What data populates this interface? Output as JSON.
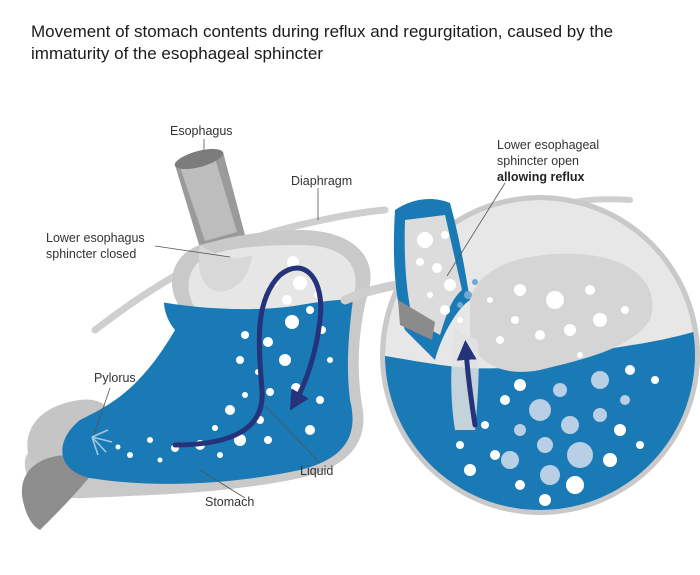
{
  "title": "Movement of stomach contents during reflux and regurgitation, caused by the immaturity of the esophageal sphincter",
  "labels": {
    "esophagus": "Esophagus",
    "diaphragm": "Diaphragm",
    "lower_sphincter_closed_line1": "Lower esophagus",
    "lower_sphincter_closed_line2": "sphincter closed",
    "pylorus": "Pylorus",
    "liquid": "Liquid",
    "stomach": "Stomach",
    "lower_sphincter_open_line1": "Lower esophageal",
    "lower_sphincter_open_line2": "sphincter open",
    "lower_sphincter_open_line3": "allowing reflux"
  },
  "colors": {
    "liquid_blue": "#1a7ab5",
    "arrow_navy": "#24337a",
    "wall_gray": "#c8c8c8",
    "inner_gray": "#e4e4e4",
    "dark_gray": "#8c8c8c"
  }
}
